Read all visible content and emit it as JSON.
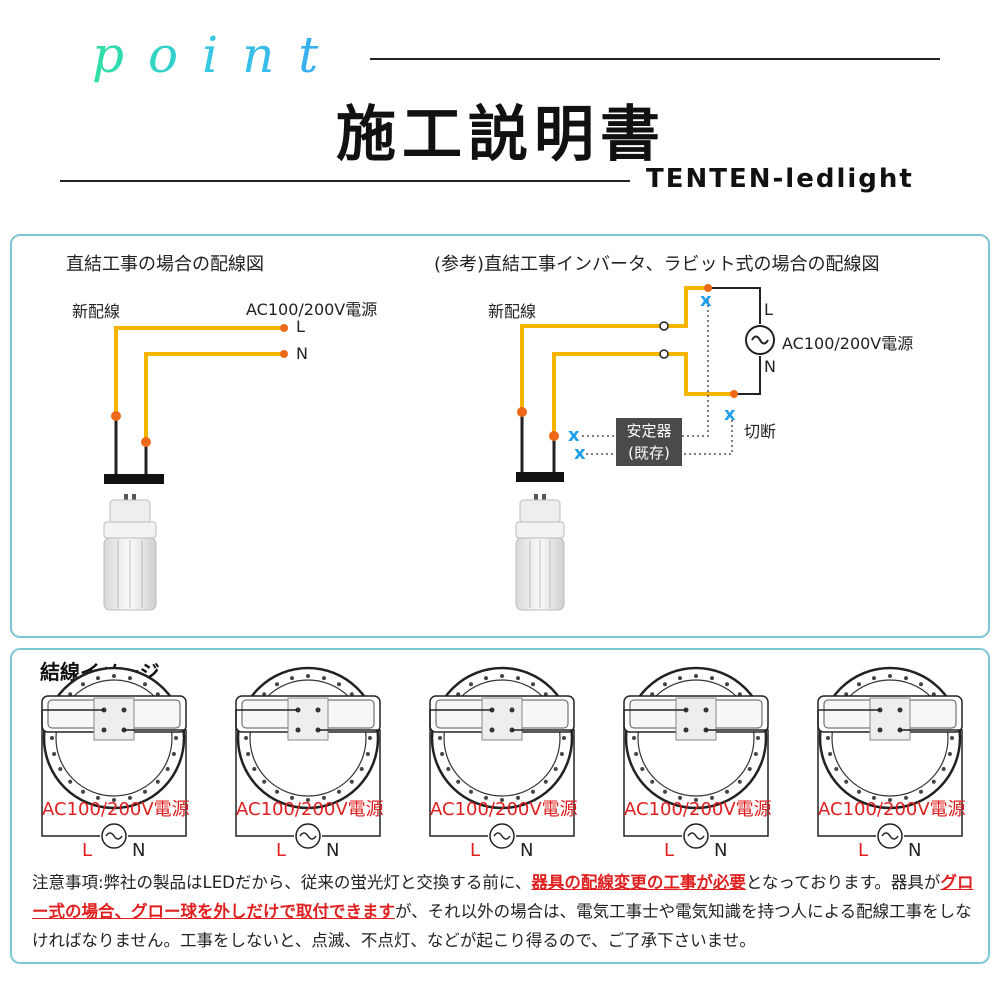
{
  "header": {
    "brand_word": "point",
    "title": "施工説明書",
    "brand_name": "TENTEN-ledlight"
  },
  "left_diagram": {
    "title": "直結工事の場合の配線図",
    "new_wire_label": "新配線",
    "source_label": "AC100/200V電源",
    "line_label": "L",
    "neutral_label": "N"
  },
  "right_diagram": {
    "title": "(参考)直結工事インバータ、ラビット式の場合の配線図",
    "new_wire_label": "新配線",
    "source_label": "AC100/200V電源",
    "line_label": "L",
    "neutral_label": "N",
    "ballast_line1": "安定器",
    "ballast_line2": "(既存)",
    "cut_label": "切断"
  },
  "wiring_images": {
    "title": "結線イメージ",
    "items": [
      {
        "source": "AC100/200V電源",
        "l": "L",
        "n": "N"
      },
      {
        "source": "AC100/200V電源",
        "l": "L",
        "n": "N"
      },
      {
        "source": "AC100/200V電源",
        "l": "L",
        "n": "N"
      },
      {
        "source": "AC100/200V電源",
        "l": "L",
        "n": "N"
      },
      {
        "source": "AC100/200V電源",
        "l": "L",
        "n": "N"
      }
    ]
  },
  "notice": {
    "part1": "注意事項:弊社の製品はLEDだから、従来の蛍光灯と交換する前に、",
    "emph1": "器具の配線変更の工事が必要",
    "part2": "となっております。器具が",
    "emph2": "グロー式の場合、グロー球を外しだけで取付できます",
    "part3": "が、それ以外の場合は、電気工事士や電気知識を持つ人による配線工事をしなければなりません。工事をしないと、点滅、不点灯、などが起こり得るので、ご了承下さいませ。"
  },
  "colors": {
    "wire": "#f5b400",
    "dot": "#ee6a1a",
    "panel_border": "#7fc6d3",
    "cut_mark": "#1ea0e8",
    "red_text": "#e02020"
  }
}
